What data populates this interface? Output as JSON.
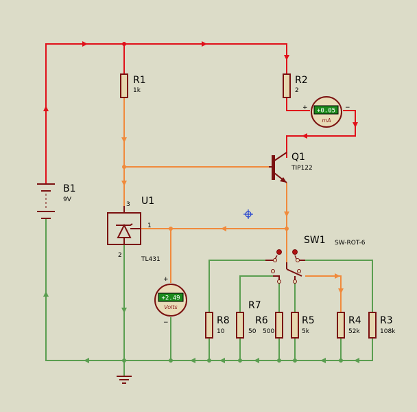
{
  "colors": {
    "background": "#dcdcc8",
    "wire_red": "#e0101a",
    "wire_orange": "#f08a3c",
    "wire_green": "#5a9e50",
    "component": "#7a1010",
    "resistor_fill": "#e6d8b0",
    "meter_fill": "#e8dcb8",
    "meter_display": "#1c8a1c",
    "probe": "#2040d0"
  },
  "components": {
    "B1": {
      "label": "B1",
      "value": "9V"
    },
    "R1": {
      "label": "R1",
      "value": "1k"
    },
    "R2": {
      "label": "R2",
      "value": "2"
    },
    "Q1": {
      "label": "Q1",
      "value": "TIP122"
    },
    "U1": {
      "label": "U1",
      "value": "TL431",
      "pin_top": "3",
      "pin_right": "1",
      "pin_bottom": "2"
    },
    "SW1": {
      "label": "SW1",
      "value": "SW-ROT-6"
    },
    "R3": {
      "label": "R3",
      "value": "108k"
    },
    "R4": {
      "label": "R4",
      "value": "52k"
    },
    "R5": {
      "label": "R5",
      "value": "5k"
    },
    "R6": {
      "label": "R6",
      "value": "500"
    },
    "R7": {
      "label": "R7"
    },
    "R7_value": "50",
    "R8": {
      "label": "R8",
      "value": "10"
    }
  },
  "ammeter": {
    "reading": "+0.05",
    "unit": "mA",
    "plus": "+",
    "minus": "−"
  },
  "voltmeter": {
    "reading": "+2.49",
    "unit": "Volts",
    "plus": "+",
    "minus": "−"
  },
  "icons": {
    "probe": "crosshair-probe-icon",
    "ground": "ground-symbol-icon"
  }
}
